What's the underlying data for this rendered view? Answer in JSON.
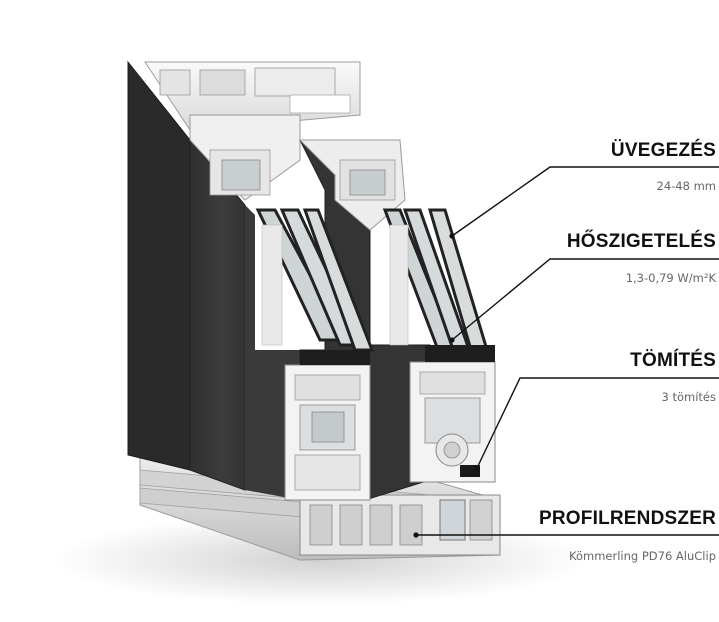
{
  "callouts": [
    {
      "title": "ÜVEGEZÉS",
      "subtitle": "24-48 mm"
    },
    {
      "title": "HŐSZIGETELÉS",
      "subtitle": "1,3-0,79 W/m²K"
    },
    {
      "title": "TÖMÍTÉS",
      "subtitle": "3 tömítés"
    },
    {
      "title": "PROFILRENDSZER",
      "subtitle": "Kömmerling PD76 AluClip"
    }
  ],
  "colors": {
    "aluminium": "#3b3b3c",
    "pvc": "#f2f2f2",
    "glass": "#cdd2d4",
    "line": "#111111",
    "subtitle": "#666666"
  }
}
